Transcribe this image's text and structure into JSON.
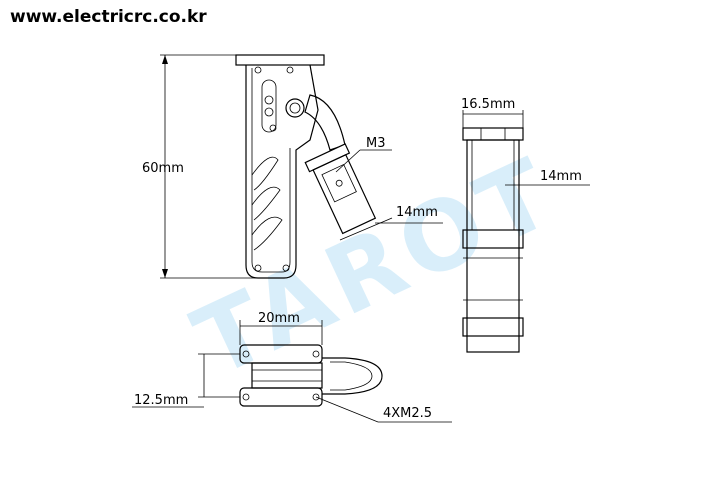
{
  "header": {
    "site_url": "www.electricrc.co.kr"
  },
  "watermark": {
    "text": "TAROT",
    "color": "#55b7ea"
  },
  "dimensions": {
    "height_60": "60mm",
    "screw_m3": "M3",
    "clamp_14": "14mm",
    "width_16_5": "16.5mm",
    "side_14": "14mm",
    "top_20": "20mm",
    "spacing_12_5": "12.5mm",
    "mount_screws": "4XM2.5"
  }
}
